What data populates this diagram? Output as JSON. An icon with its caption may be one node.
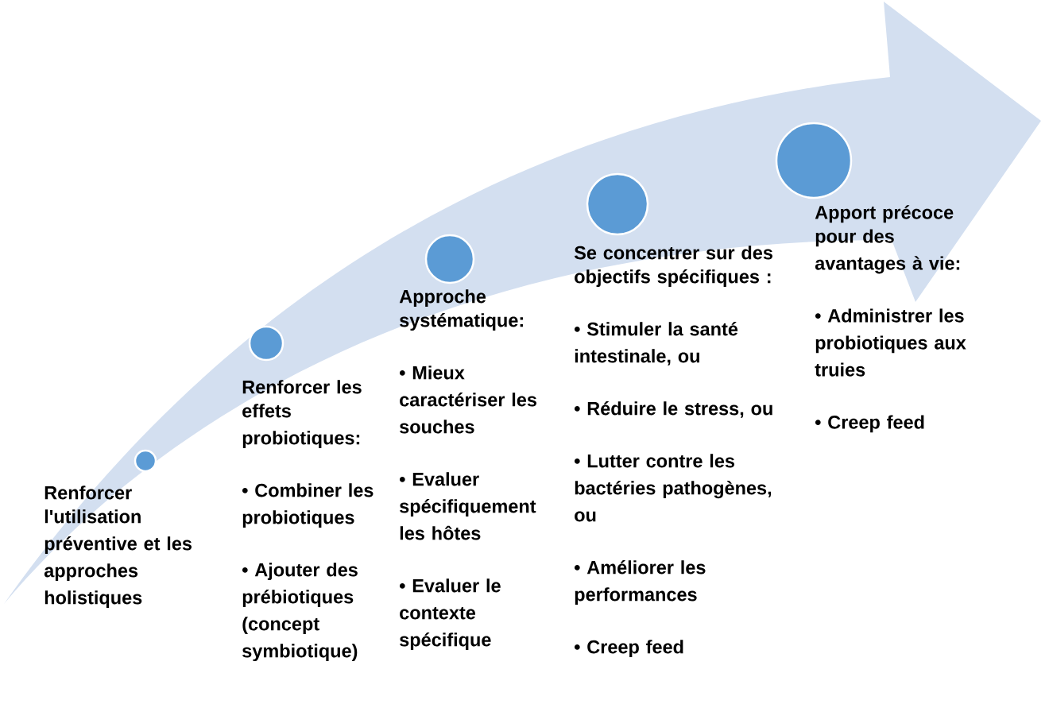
{
  "diagram": {
    "nodes": [
      {
        "text": [],
        "shape": "circle",
        "beside": [
          "Renforcer l'utilisation préventive et les approches holistiques"
        ]
      },
      {
        "text": [],
        "shape": "circle",
        "beside": [
          "Renforcer les effets probiotiques:",
          "• Combiner les probiotiques",
          "• Ajouter des prébiotiques (concept symbiotique)"
        ]
      },
      {
        "text": [],
        "shape": "circle",
        "beside": [
          "Approche systématique:",
          "• Mieux caractériser les souches",
          "• Evaluer spécifiquement les hôtes",
          "• Evaluer le contexte spécifique"
        ]
      },
      {
        "text": [],
        "shape": "circle",
        "beside": [
          "Se concentrer sur des objectifs spécifiques :",
          "• Stimuler la santé intestinale, ou",
          "• Réduire le stress, ou",
          "• Lutter contre les bactéries pathogènes, ou",
          "• Améliorer les performances",
          "• Creep feed"
        ]
      },
      {
        "text": [],
        "shape": "circle",
        "beside": [
          "Apport précoce pour des avantages à vie:",
          "• Administrer les probiotiques aux truies",
          "• Creep feed"
        ]
      }
    ]
  }
}
